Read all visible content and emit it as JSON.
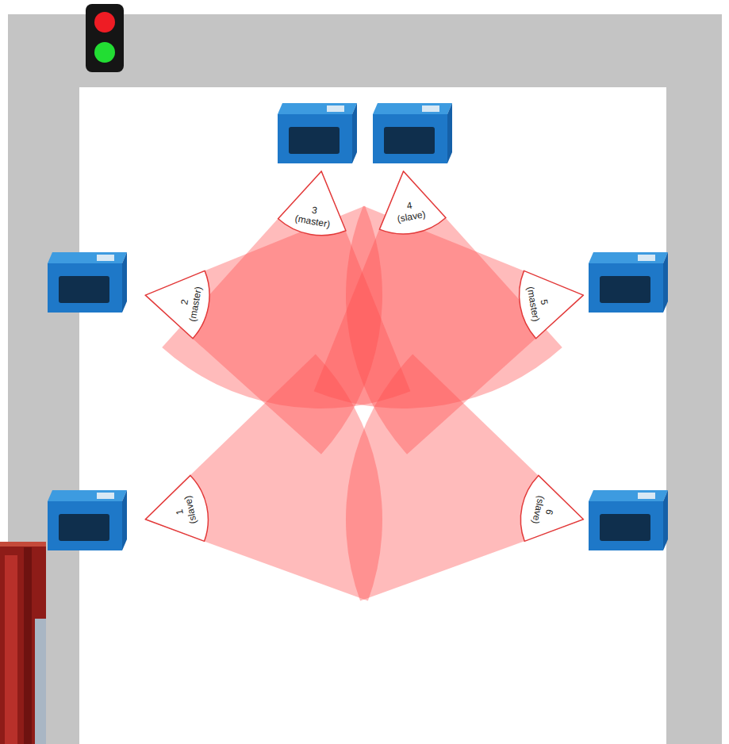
{
  "diagram": {
    "nodes": [
      {
        "text": [
          "3",
          "(master)"
        ]
      },
      {
        "text": [
          "4",
          "(slave)"
        ]
      },
      {
        "text": [
          "2",
          "(master)"
        ]
      },
      {
        "text": [
          "5",
          "(master)"
        ]
      },
      {
        "text": [
          "1",
          "(slave)"
        ]
      },
      {
        "text": [
          "6",
          "(slave)"
        ]
      }
    ]
  }
}
